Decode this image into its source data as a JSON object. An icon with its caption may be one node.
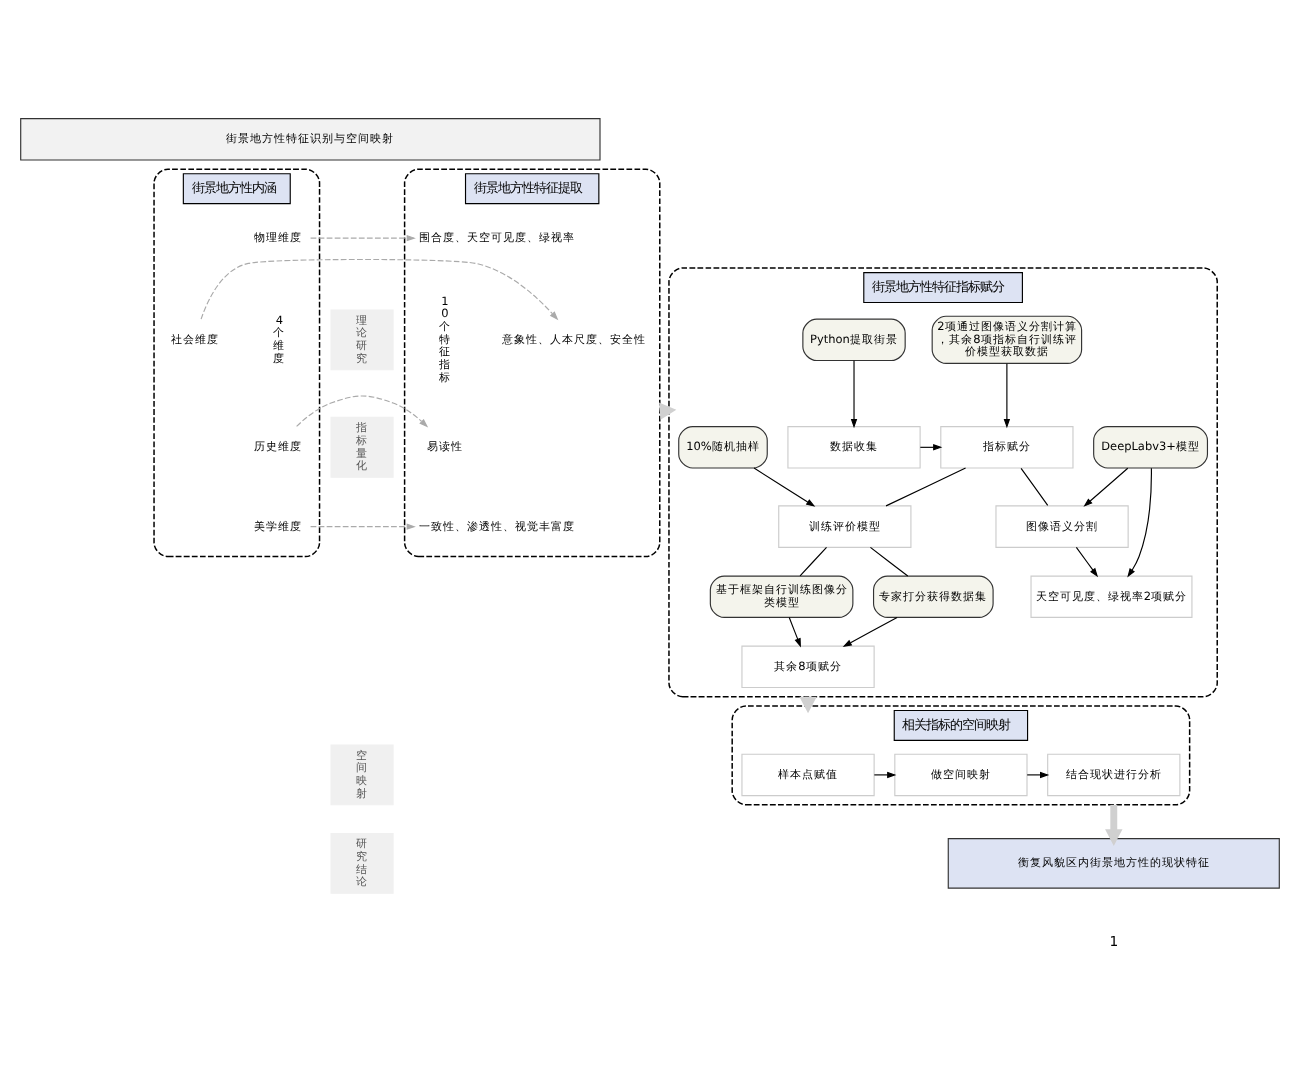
{
  "diagram": {
    "nodes": [
      {
        "text": [
          "街景地方性特征识别与空间映射"
        ]
      },
      {
        "text": [
          "理论研究"
        ]
      },
      {
        "text": [
          "街景地方性内涵"
        ]
      },
      {
        "text": [
          "4个维度"
        ],
        "in": 2
      },
      {
        "text": [
          "物理维度"
        ],
        "in": 2
      },
      {
        "text": [
          "社会维度"
        ],
        "in": 2
      },
      {
        "text": [
          "历史维度"
        ],
        "in": 2
      },
      {
        "text": [
          "美学维度"
        ],
        "in": 2
      },
      {
        "text": [
          "街景地方性特征提取"
        ]
      },
      {
        "text": [
          "围合度、天空可见度、绿视率"
        ],
        "in": 8
      },
      {
        "text": [
          "意象性、人本尺度、安全性"
        ],
        "in": 8
      },
      {
        "text": [
          "易读性"
        ],
        "in": 8
      },
      {
        "text": [
          "一致性、渗透性、视觉丰富度"
        ],
        "in": 8
      },
      {
        "text": [
          "10个特征指标"
        ],
        "in": 8
      },
      {
        "text": [
          "指标量化"
        ]
      },
      {
        "text": [
          "街景地方性特征指标赋分"
        ]
      },
      {
        "text": [
          "数据收集"
        ],
        "in": 15
      },
      {
        "text": [
          "Python提取街景"
        ],
        "in": 15
      },
      {
        "text": [
          "指标赋分"
        ],
        "in": 15
      },
      {
        "text": [
          "2项通过图像语义分割计算，其余8项指标自行训练评价模型获取数据"
        ],
        "in": 15
      },
      {
        "text": [
          "图像语义分割"
        ],
        "in": 15
      },
      {
        "text": [
          "DeepLabv3+模型"
        ],
        "in": 15
      },
      {
        "text": [
          "训练评价模型"
        ],
        "in": 15
      },
      {
        "text": [
          "10%随机抽样"
        ],
        "in": 15
      },
      {
        "text": [
          "天空可见度、绿视率2项赋分"
        ],
        "in": 15
      },
      {
        "text": [
          "专家打分获得数据集"
        ],
        "in": 15
      },
      {
        "text": [
          "基于框架自行训练图像分类模型"
        ],
        "in": 15
      },
      {
        "text": [
          "其余8项赋分"
        ],
        "in": 15
      },
      {
        "text": [
          "空间映射"
        ]
      },
      {
        "text": [
          "相关指标的空间映射"
        ]
      },
      {
        "text": [
          "样本点赋值"
        ],
        "in": 29
      },
      {
        "text": [
          "做空间映射"
        ],
        "in": 29
      },
      {
        "text": [
          "结合现状进行分析"
        ],
        "in": 29
      },
      {
        "text": [
          "研究结论"
        ]
      },
      {
        "text": [
          "衡复风貌区内街景地方性的现状特征"
        ]
      }
    ],
    "edges": [
      {
        "from": 4,
        "to": 9,
        "arrow": "to",
        "style": "dashed",
        "color": "#aaaaaa"
      },
      {
        "from": 5,
        "to": 10,
        "arrow": "to",
        "style": "dashed",
        "color": "#aaaaaa"
      },
      {
        "from": 6,
        "to": 11,
        "arrow": "to",
        "style": "dashed",
        "color": "#aaaaaa"
      },
      {
        "from": 7,
        "to": 12,
        "arrow": "to",
        "style": "dashed",
        "color": "#aaaaaa"
      },
      {
        "from": 8,
        "to": 15,
        "arrow": "to",
        "style": "thick",
        "color": "#d0d0d0"
      },
      {
        "from": 17,
        "to": 16,
        "arrow": "to"
      },
      {
        "from": 16,
        "to": 18,
        "arrow": "to"
      },
      {
        "from": 19,
        "to": 18,
        "arrow": "to"
      },
      {
        "from": 18,
        "to": 20,
        "arrow": "none"
      },
      {
        "from": 18,
        "to": 22,
        "arrow": "none"
      },
      {
        "from": 21,
        "to": 20,
        "arrow": "to"
      },
      {
        "from": 20,
        "to": 24,
        "arrow": "to"
      },
      {
        "from": 21,
        "to": 24,
        "arrow": "to"
      },
      {
        "from": 23,
        "to": 22,
        "arrow": "to"
      },
      {
        "from": 22,
        "to": 25,
        "arrow": "none"
      },
      {
        "from": 22,
        "to": 26,
        "arrow": "none"
      },
      {
        "from": 25,
        "to": 27,
        "arrow": "to"
      },
      {
        "from": 26,
        "to": 27,
        "arrow": "to"
      },
      {
        "from": 15,
        "to": 29,
        "arrow": "to",
        "style": "thick",
        "color": "#d0d0d0"
      },
      {
        "from": 30,
        "to": 31,
        "arrow": "to"
      },
      {
        "from": 31,
        "to": 32,
        "arrow": "to"
      },
      {
        "from": 29,
        "to": 34,
        "arrow": "to",
        "style": "thick",
        "color": "#d0d0d0"
      }
    ],
    "labels": [
      "1"
    ]
  }
}
